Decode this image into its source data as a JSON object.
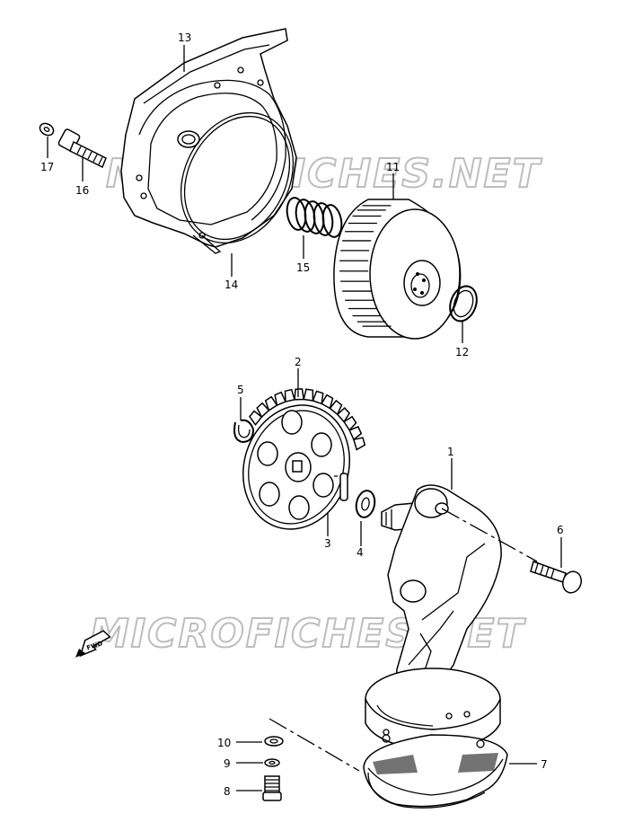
{
  "watermarks": [
    "MICROFICHES.NET",
    "MICROFICHES.NET"
  ],
  "fwd_label": "FWD",
  "callouts": [
    {
      "id": "1",
      "label": "1"
    },
    {
      "id": "2",
      "label": "2"
    },
    {
      "id": "3",
      "label": "3"
    },
    {
      "id": "4",
      "label": "4"
    },
    {
      "id": "5",
      "label": "5"
    },
    {
      "id": "6",
      "label": "6"
    },
    {
      "id": "7",
      "label": "7"
    },
    {
      "id": "8",
      "label": "8"
    },
    {
      "id": "9",
      "label": "9"
    },
    {
      "id": "10",
      "label": "10"
    },
    {
      "id": "11",
      "label": "11"
    },
    {
      "id": "12",
      "label": "12"
    },
    {
      "id": "13",
      "label": "13"
    },
    {
      "id": "14",
      "label": "14"
    },
    {
      "id": "15",
      "label": "15"
    },
    {
      "id": "16",
      "label": "16"
    },
    {
      "id": "17",
      "label": "17"
    }
  ]
}
